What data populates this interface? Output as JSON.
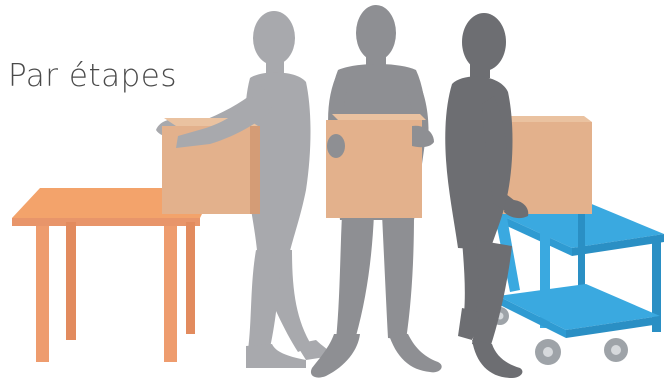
{
  "title": "Par étapes",
  "colors": {
    "table": "#f3a36b",
    "table_leg": "#e8956a",
    "box": "#e3b18c",
    "box_side": "#d49c76",
    "person_left": "#a8a9ad",
    "person_middle": "#8e8f93",
    "person_right": "#6d6e72",
    "cart": "#3aa9e0",
    "cart_dark": "#2a8fc4",
    "wheel": "#9ea3a8",
    "text": "#4a4a4a"
  },
  "scene": {
    "description_items": [
      "table",
      "person-lifting-from-table",
      "person-carrying-box",
      "person-placing-on-cart",
      "cart"
    ]
  }
}
